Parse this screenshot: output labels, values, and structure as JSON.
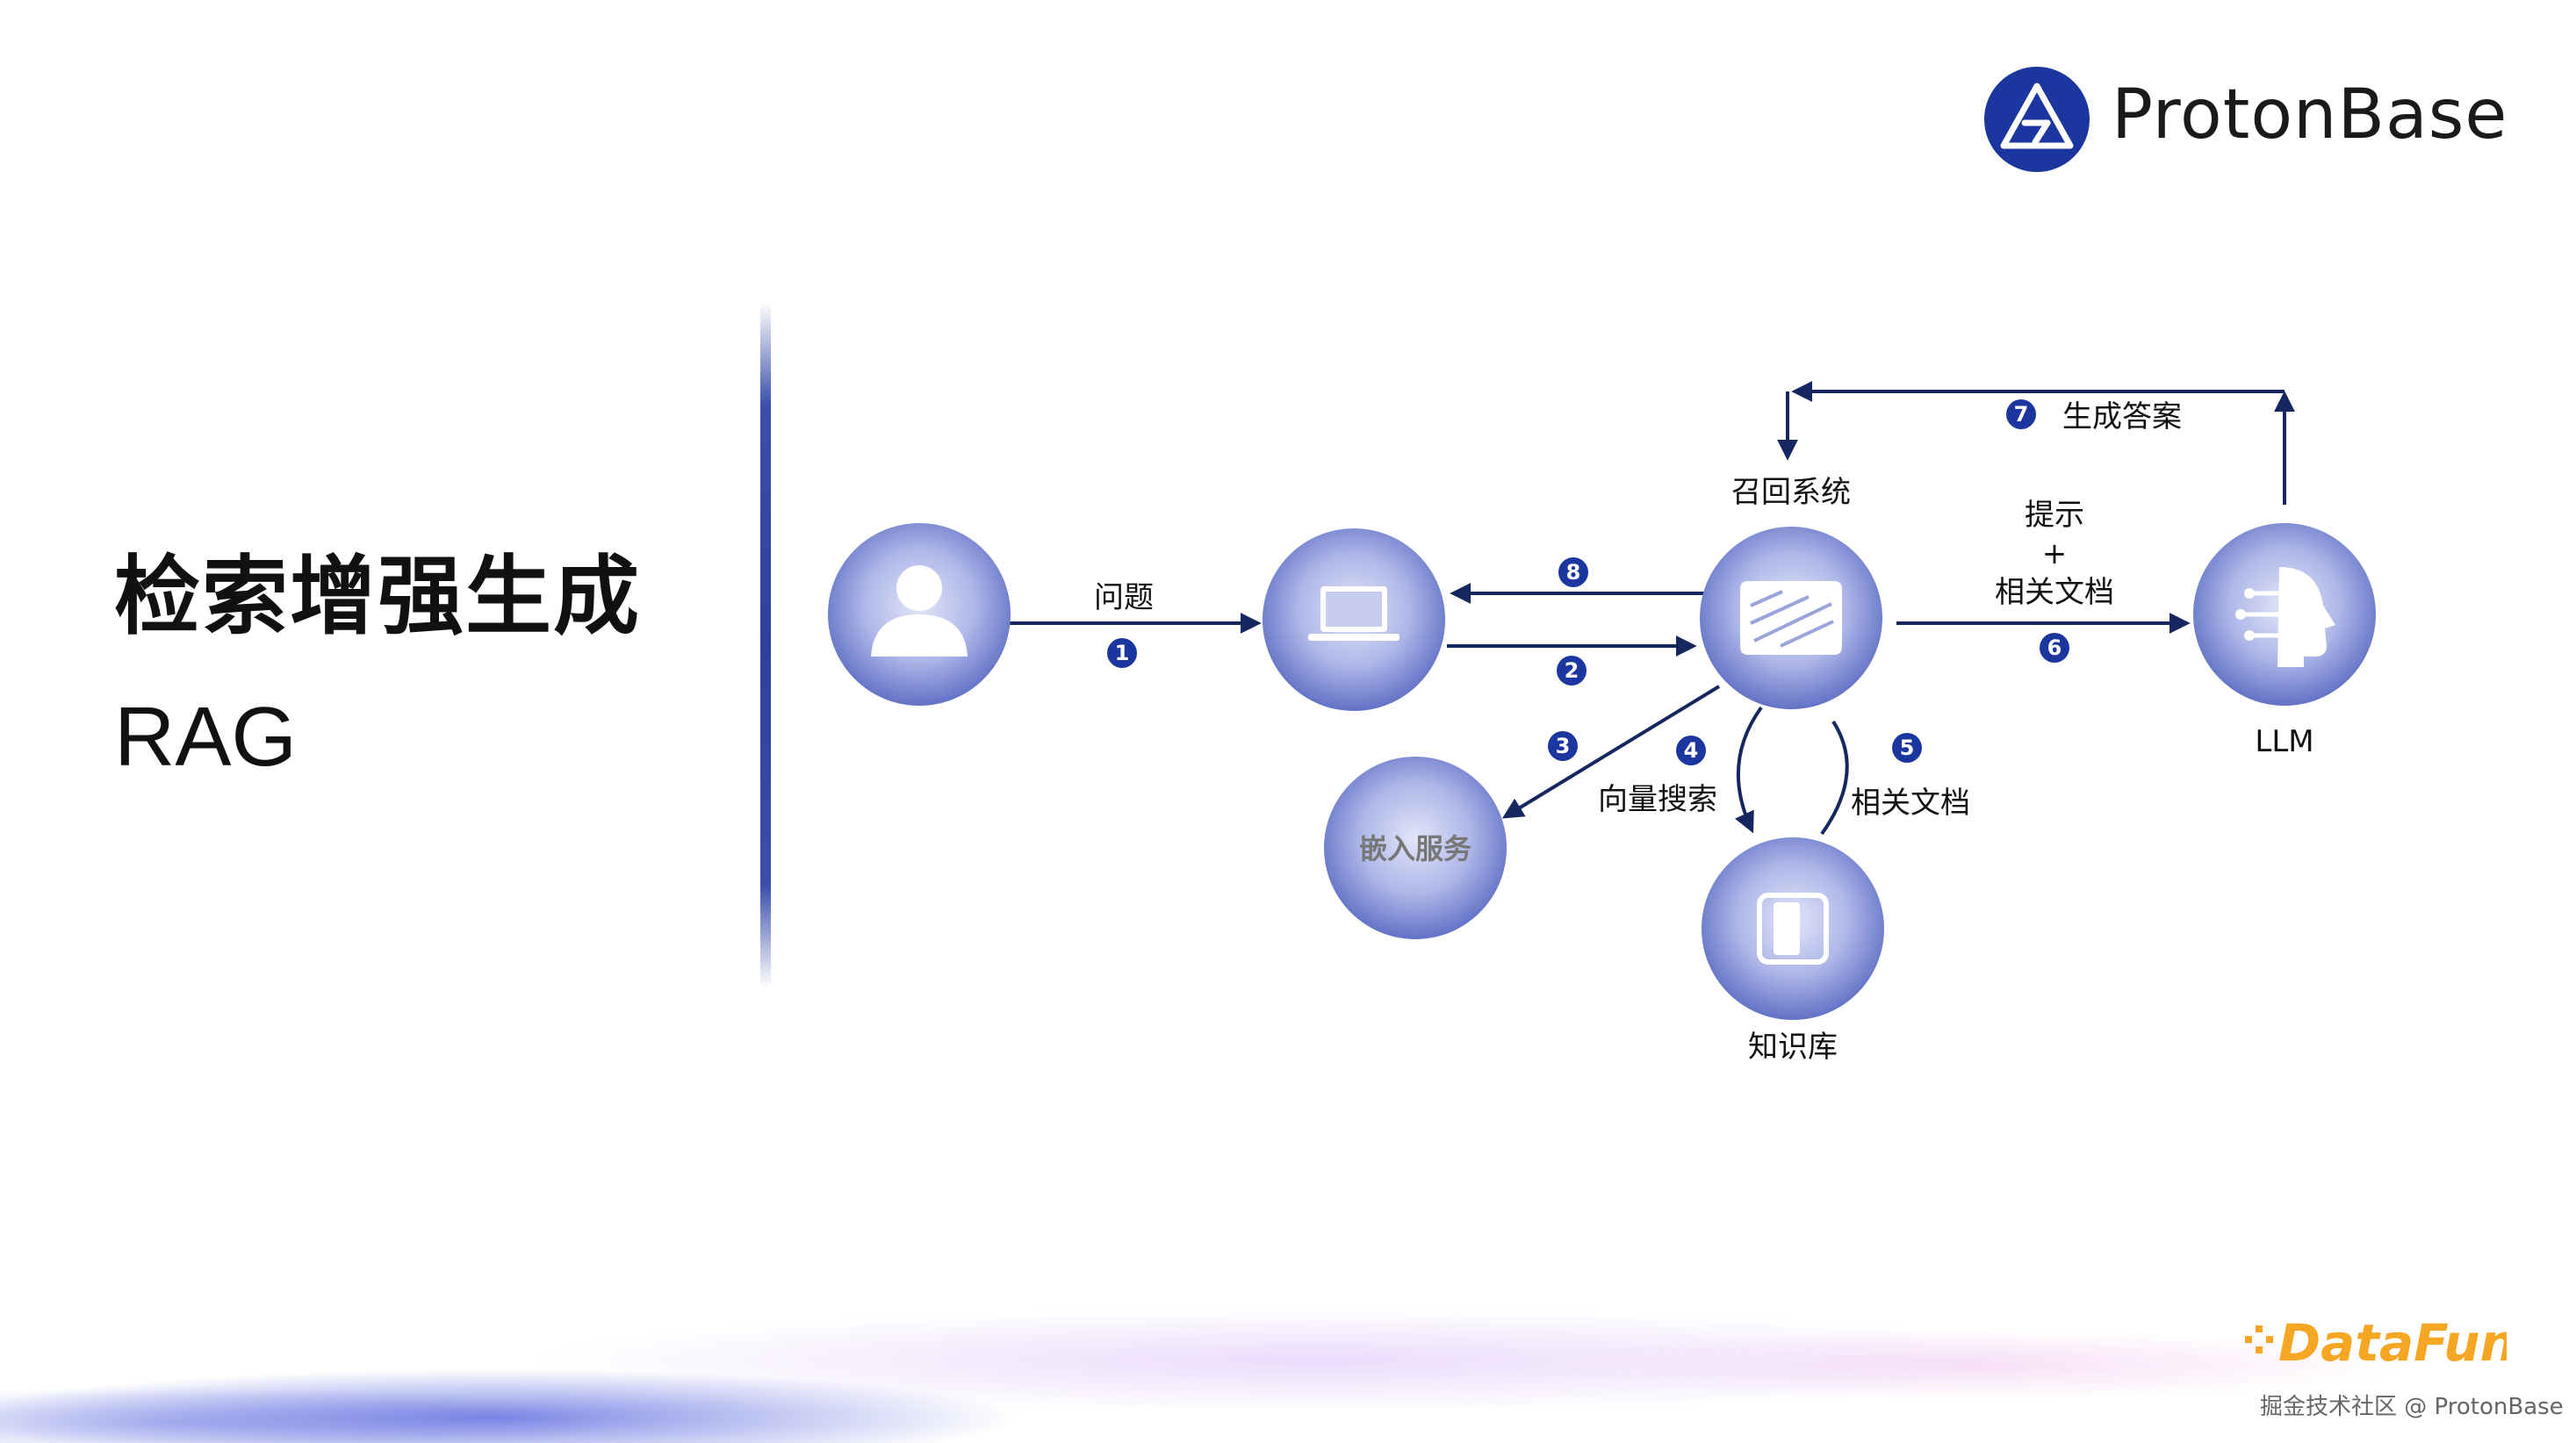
{
  "slide": {
    "title_cn": "检索增强生成",
    "title_en": "RAG"
  },
  "brand": {
    "name": "ProtonBase",
    "color": "#1c36a0"
  },
  "diagram": {
    "nodes": {
      "user": {
        "label": "",
        "icon": "user-icon"
      },
      "app": {
        "label": "",
        "icon": "laptop-icon"
      },
      "retrieval": {
        "label": "召回系统",
        "icon": "server-panel-icon"
      },
      "llm": {
        "label": "LLM",
        "icon": "ai-head-icon"
      },
      "embedding": {
        "label": "嵌入服务",
        "icon": ""
      },
      "knowledge_base": {
        "label": "知识库",
        "icon": "document-box-icon"
      }
    },
    "edges": {
      "question": {
        "label": "问题",
        "step": "1"
      },
      "forward": {
        "label": "",
        "step": "2"
      },
      "embed": {
        "label": "",
        "step": "3"
      },
      "vector_search": {
        "label": "向量搜索",
        "step": "4"
      },
      "related_docs": {
        "label": "相关文档",
        "step": "5"
      },
      "prompt_docs": {
        "label_line1": "提示",
        "label_line2": "+",
        "label_line3": "相关文档",
        "step": "6"
      },
      "generate_answer": {
        "label": "生成答案",
        "step": "7"
      },
      "return": {
        "label": "",
        "step": "8"
      }
    },
    "colors": {
      "node_center": "#d9ddf6",
      "node_edge": "#5e6fc4",
      "arrow": "#16265f",
      "badge": "#1c36a0"
    }
  },
  "footer": {
    "logo_text": "DataFun.",
    "credit": "掘金技术社区 @ ProtonBase"
  }
}
